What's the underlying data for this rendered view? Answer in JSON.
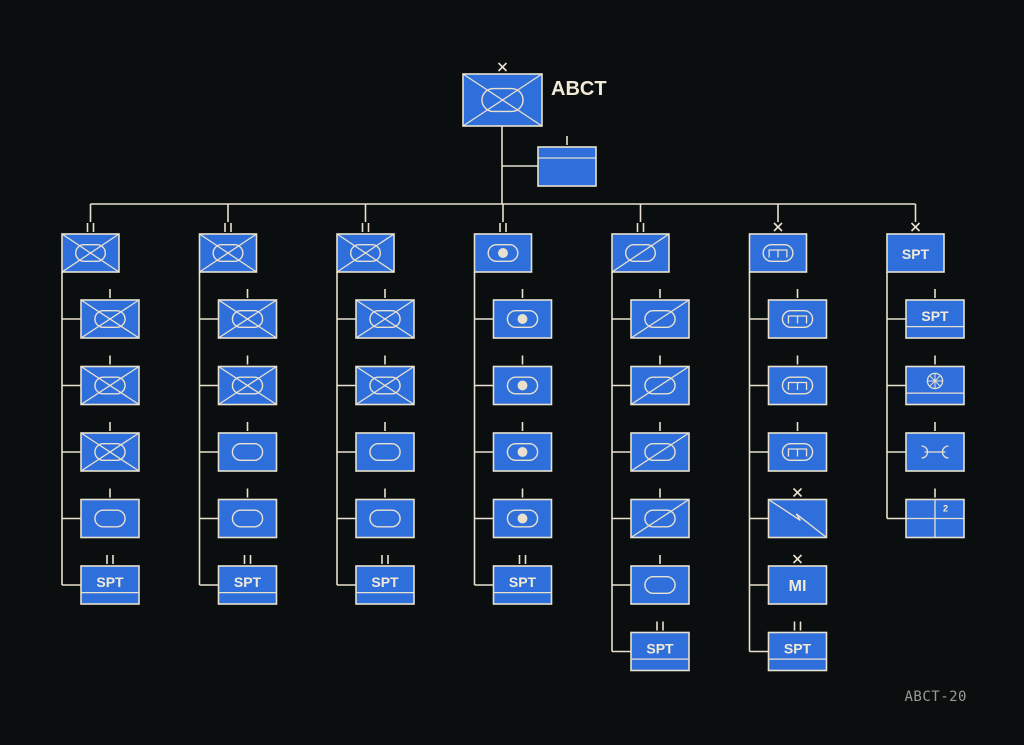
{
  "title": "ABCT",
  "footer_code": "ABCT-20",
  "colors": {
    "background": "#0b0e0e",
    "symbol_fill": "#2f6fdc",
    "line": "#e8e1cf",
    "label": "#f1ead8",
    "footer": "#9a9a94"
  },
  "hq": {
    "symbol": "armor-infantry",
    "echelon": "x"
  },
  "staff_unit": {
    "symbol": "blank",
    "echelon": "i"
  },
  "columns": [
    {
      "hq": {
        "symbol": "armor-infantry",
        "echelon": "ii"
      },
      "units": [
        {
          "symbol": "armor-infantry",
          "echelon": "i"
        },
        {
          "symbol": "armor-infantry",
          "echelon": "i"
        },
        {
          "symbol": "armor-infantry",
          "echelon": "i"
        },
        {
          "symbol": "armor",
          "echelon": "i"
        },
        {
          "symbol": "spt",
          "echelon": "ii",
          "label": "SPT"
        }
      ]
    },
    {
      "hq": {
        "symbol": "armor-infantry",
        "echelon": "ii"
      },
      "units": [
        {
          "symbol": "armor-infantry",
          "echelon": "i"
        },
        {
          "symbol": "armor-infantry",
          "echelon": "i"
        },
        {
          "symbol": "armor",
          "echelon": "i"
        },
        {
          "symbol": "armor",
          "echelon": "i"
        },
        {
          "symbol": "spt",
          "echelon": "ii",
          "label": "SPT"
        }
      ]
    },
    {
      "hq": {
        "symbol": "armor-infantry",
        "echelon": "ii"
      },
      "units": [
        {
          "symbol": "armor-infantry",
          "echelon": "i"
        },
        {
          "symbol": "armor-infantry",
          "echelon": "i"
        },
        {
          "symbol": "armor",
          "echelon": "i"
        },
        {
          "symbol": "armor",
          "echelon": "i"
        },
        {
          "symbol": "spt",
          "echelon": "ii",
          "label": "SPT"
        }
      ]
    },
    {
      "hq": {
        "symbol": "artillery",
        "echelon": "ii"
      },
      "units": [
        {
          "symbol": "artillery",
          "echelon": "i"
        },
        {
          "symbol": "artillery",
          "echelon": "i"
        },
        {
          "symbol": "artillery",
          "echelon": "i"
        },
        {
          "symbol": "artillery",
          "echelon": "i"
        },
        {
          "symbol": "spt",
          "echelon": "ii",
          "label": "SPT"
        }
      ]
    },
    {
      "hq": {
        "symbol": "armored-cavalry",
        "echelon": "ii"
      },
      "units": [
        {
          "symbol": "armored-cavalry",
          "echelon": "i"
        },
        {
          "symbol": "armored-cavalry",
          "echelon": "i"
        },
        {
          "symbol": "armored-cavalry",
          "echelon": "i"
        },
        {
          "symbol": "armored-cavalry",
          "echelon": "i"
        },
        {
          "symbol": "armor",
          "echelon": "i"
        },
        {
          "symbol": "spt",
          "echelon": "ii",
          "label": "SPT"
        }
      ]
    },
    {
      "hq": {
        "symbol": "armored-engineer",
        "echelon": "x"
      },
      "units": [
        {
          "symbol": "armored-engineer",
          "echelon": "i"
        },
        {
          "symbol": "armored-engineer",
          "echelon": "i"
        },
        {
          "symbol": "armored-engineer",
          "echelon": "i"
        },
        {
          "symbol": "signal",
          "echelon": "x"
        },
        {
          "symbol": "mi",
          "echelon": "x",
          "label": "MI"
        },
        {
          "symbol": "spt",
          "echelon": "ii",
          "label": "SPT"
        }
      ]
    },
    {
      "hq": {
        "symbol": "spt-hq",
        "echelon": "x",
        "label": "SPT"
      },
      "units": [
        {
          "symbol": "spt",
          "echelon": "i",
          "label": "SPT"
        },
        {
          "symbol": "medical",
          "echelon": "i"
        },
        {
          "symbol": "maintenance",
          "echelon": "i"
        },
        {
          "symbol": "supply",
          "echelon": "i",
          "label": "2"
        }
      ]
    }
  ]
}
